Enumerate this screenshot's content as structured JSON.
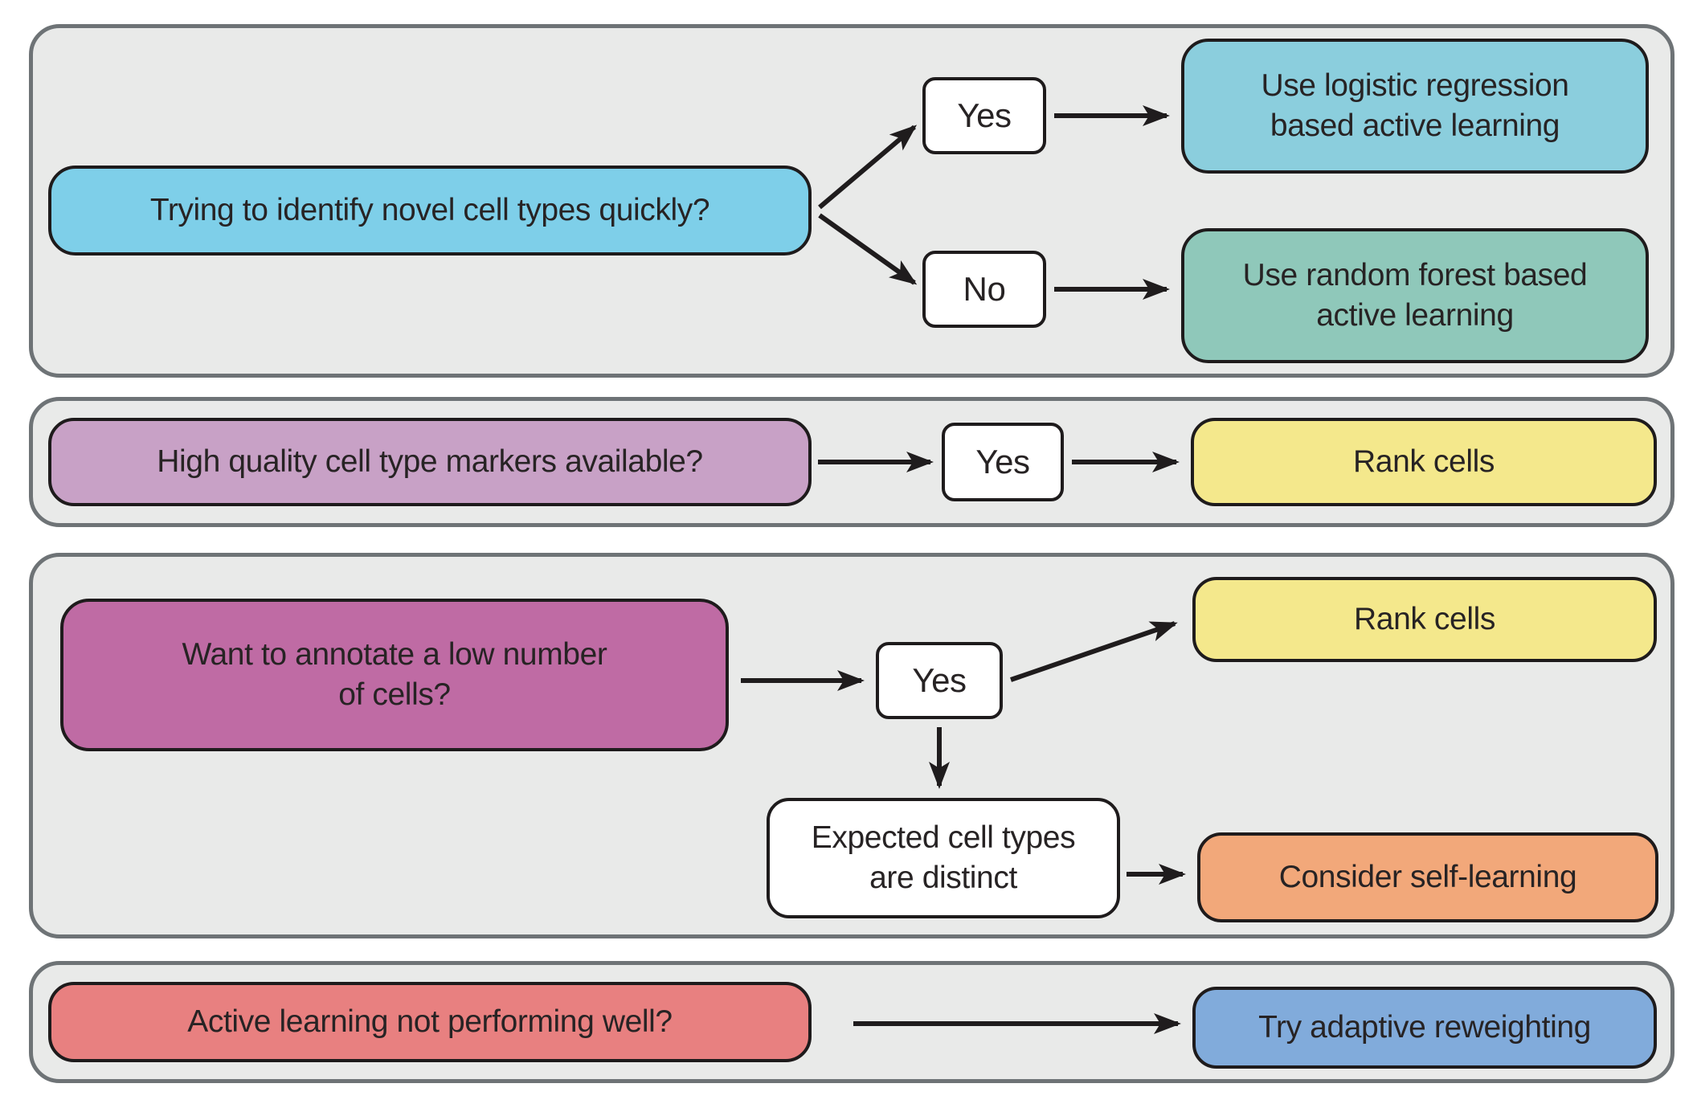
{
  "figure": {
    "type": "decision-flowchart",
    "topic": "Choosing an active learning strategy for cell type annotation"
  },
  "colors": {
    "panel_bg": "#e9eae9",
    "panel_border": "#6e7376",
    "box_border": "#1e1b1c",
    "arrow": "#1f1c1d",
    "question_blue": "#7ecfe9",
    "result_cyan": "#8bcedd",
    "result_teal": "#8fc8ba",
    "question_mauve": "#c8a1c6",
    "question_magenta": "#bf6ba4",
    "result_yellow": "#f4e88c",
    "node_white": "#ffffff",
    "result_orange": "#f2a87a",
    "question_red": "#e88080",
    "result_blue": "#81abdb"
  },
  "panels": [
    {
      "question": "Trying to identify novel cell types quickly?",
      "branches": [
        {
          "decision": "Yes",
          "result": "Use logistic regression based active learning"
        },
        {
          "decision": "No",
          "result": "Use random forest based active learning"
        }
      ]
    },
    {
      "question": "High quality cell type markers available?",
      "branches": [
        {
          "decision": "Yes",
          "result": "Rank cells"
        }
      ]
    },
    {
      "question": "Want to annotate a low number of cells?",
      "branches": [
        {
          "decision": "Yes",
          "result": "Rank cells"
        },
        {
          "condition": "Expected cell types are distinct",
          "result": "Consider self-learning"
        }
      ]
    },
    {
      "question": "Active learning not performing well?",
      "branches": [
        {
          "result": "Try adaptive reweighting"
        }
      ]
    }
  ]
}
